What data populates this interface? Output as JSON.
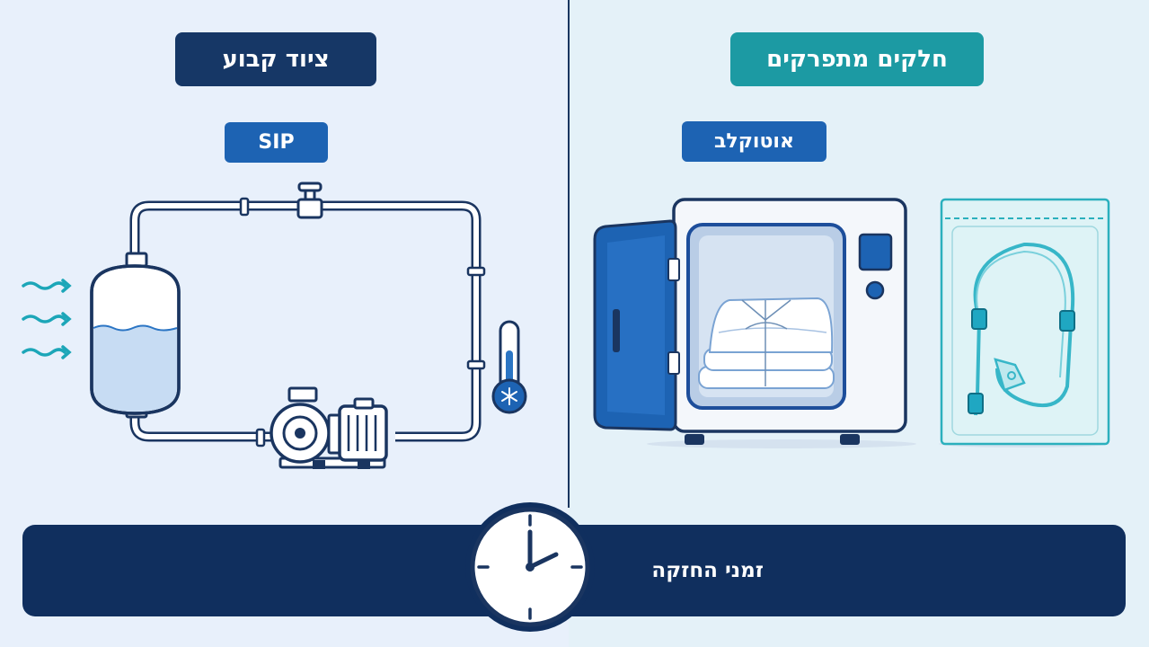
{
  "sections": {
    "fixed": {
      "title": "ציוד קבוע",
      "method": "SIP"
    },
    "removable": {
      "title": "חלקים מתפרקים",
      "method": "אוטוקלב"
    }
  },
  "footer": {
    "label": "זמני החזקה"
  },
  "colors": {
    "navy": "#163766",
    "teal": "#1c9aa3",
    "blue": "#1d63b3",
    "footer": "#102f5e"
  },
  "icons": [
    "steam-arrows-icon",
    "tank-icon",
    "pump-icon",
    "valve-icon",
    "thermometer-icon",
    "snowflake-icon",
    "autoclave-icon",
    "folded-linen-icon",
    "tubing-bag-icon",
    "clock-icon"
  ]
}
